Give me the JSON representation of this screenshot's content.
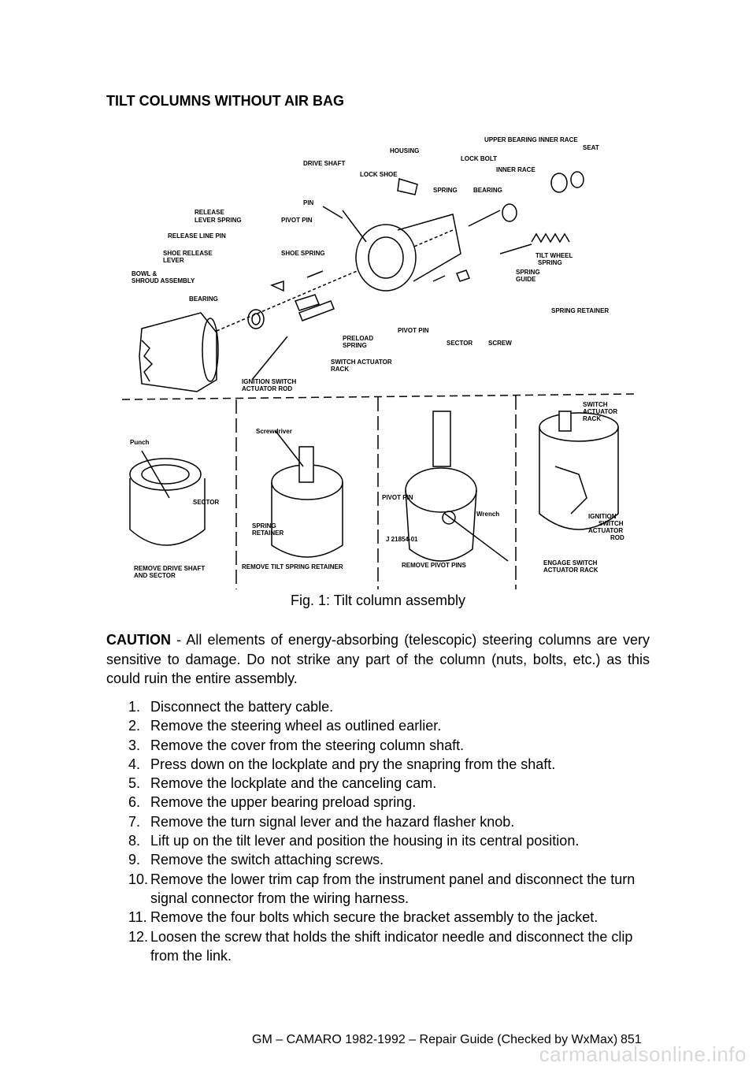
{
  "title": "TILT COLUMNS WITHOUT AIR BAG",
  "figure": {
    "caption": "Fig. 1: Tilt column assembly",
    "labels": {
      "upper_bearing_inner_race": "UPPER BEARING INNER RACE",
      "seat": "SEAT",
      "housing": "HOUSING",
      "drive_shaft": "DRIVE SHAFT",
      "lock_bolt": "LOCK BOLT",
      "lock_shoe": "LOCK SHOE",
      "inner_race": "INNER RACE",
      "spring": "SPRING",
      "bearing_top": "BEARING",
      "pin": "PIN",
      "release_lever_spring_1": "RELEASE",
      "release_lever_spring_2": "LEVER SPRING",
      "pivot_pin_top": "PIVOT PIN",
      "release_line_pin": "RELEASE LINE PIN",
      "shoe_release_lever_1": "SHOE RELEASE",
      "shoe_release_lever_2": "LEVER",
      "shoe_spring": "SHOE SPRING",
      "tilt_wheel_spring_1": "TILT WHEEL",
      "tilt_wheel_spring_2": "SPRING",
      "spring_guide_1": "SPRING",
      "spring_guide_2": "GUIDE",
      "bowl_shroud_1": "BOWL &",
      "bowl_shroud_2": "SHROUD ASSEMBLY",
      "bearing_left": "BEARING",
      "spring_retainer": "SPRING RETAINER",
      "preload_spring_1": "PRELOAD",
      "preload_spring_2": "SPRING",
      "pivot_pin_mid": "PIVOT PIN",
      "sector": "SECTOR",
      "screw": "SCREW",
      "switch_actuator_rack_1": "SWITCH ACTUATOR",
      "switch_actuator_rack_2": "RACK",
      "ignition_switch_rod_1": "IGNITION SWITCH",
      "ignition_switch_rod_2": "ACTUATOR ROD",
      "punch": "Punch",
      "sector_panel": "SECTOR",
      "remove_drive_shaft_1": "REMOVE DRIVE SHAFT",
      "remove_drive_shaft_2": "AND SECTOR",
      "screwdriver": "Screwdriver",
      "spring_retainer_panel_1": "SPRING",
      "spring_retainer_panel_2": "RETAINER",
      "remove_tilt_spring_retainer": "REMOVE TILT SPRING RETAINER",
      "pivot_pin_panel": "PIVOT PIN",
      "wrench": "Wrench",
      "tool_number": "J 21854-01",
      "remove_pivot_pins": "REMOVE PIVOT PINS",
      "switch_actuator_rack_panel_1": "SWITCH",
      "switch_actuator_rack_panel_2": "ACTUATOR",
      "switch_actuator_rack_panel_3": "RACK",
      "ignition_1": "IGNITION",
      "ignition_2": "SWITCH",
      "ignition_3": "ACTUATOR",
      "ignition_4": "ROD",
      "engage_switch_1": "ENGAGE SWITCH",
      "engage_switch_2": "ACTUATOR RACK"
    }
  },
  "caution": {
    "label": "CAUTION",
    "text": " - All elements of energy-absorbing (telescopic) steering columns are very sensitive to damage. Do not strike any part of the column (nuts, bolts, etc.) as this could ruin the entire assembly."
  },
  "steps": [
    {
      "num": "1.",
      "text": "Disconnect the battery cable."
    },
    {
      "num": "2.",
      "text": "Remove the steering wheel as outlined earlier."
    },
    {
      "num": "3.",
      "text": "Remove the cover from the steering column shaft."
    },
    {
      "num": "4.",
      "text": "Press down on the lockplate and pry the snapring from the shaft."
    },
    {
      "num": "5.",
      "text": "Remove the lockplate and the canceling cam."
    },
    {
      "num": "6.",
      "text": "Remove the upper bearing preload spring."
    },
    {
      "num": "7.",
      "text": "Remove the turn signal lever and the hazard flasher knob."
    },
    {
      "num": "8.",
      "text": "Lift up on the tilt lever and position the housing in its central position."
    },
    {
      "num": "9.",
      "text": "Remove the switch attaching screws."
    },
    {
      "num": "10.",
      "text": "Remove the lower trim cap from the instrument panel and disconnect the turn signal connector from the wiring harness."
    },
    {
      "num": "11.",
      "text": "Remove the four bolts which secure the bracket assembly to the jacket."
    },
    {
      "num": "12.",
      "text": "Loosen the screw that holds the shift indicator needle and disconnect the clip from the link."
    }
  ],
  "footer": {
    "left": "GM – CAMARO 1982-1992 – Repair Guide (Checked by WxMax)",
    "page": "851"
  },
  "watermark": "carmanualsonline.info"
}
